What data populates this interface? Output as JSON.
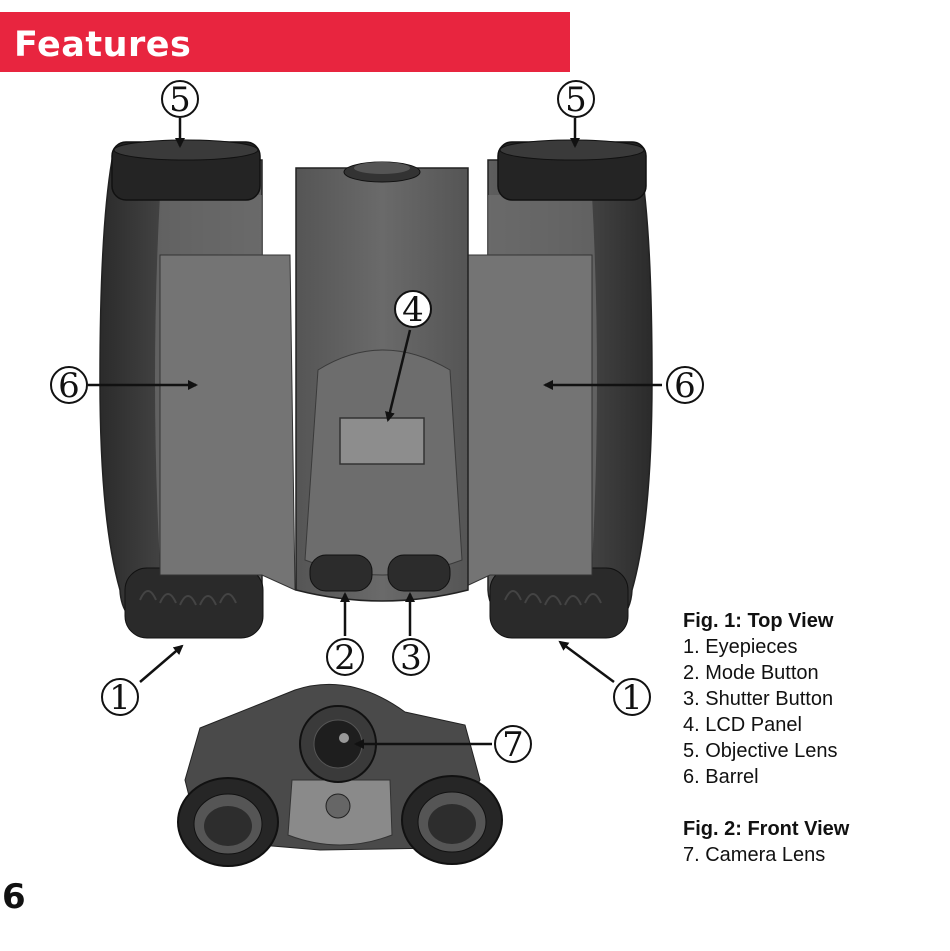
{
  "header": {
    "title": "Features",
    "background_color": "#e8253f"
  },
  "callouts": {
    "c1_left": "1",
    "c1_right": "1",
    "c2": "2",
    "c3": "3",
    "c4": "4",
    "c5_left": "5",
    "c5_right": "5",
    "c6_left": "6",
    "c6_right": "6",
    "c7": "7"
  },
  "legend": {
    "fig1": {
      "title": "Fig. 1: Top View",
      "items": [
        "1. Eyepieces",
        "2. Mode Button",
        "3. Shutter Button",
        "4. LCD Panel",
        "5. Objective Lens",
        "6. Barrel"
      ]
    },
    "fig2": {
      "title": "Fig. 2: Front View",
      "items": [
        "7. Camera Lens"
      ]
    }
  },
  "page_number": "6"
}
